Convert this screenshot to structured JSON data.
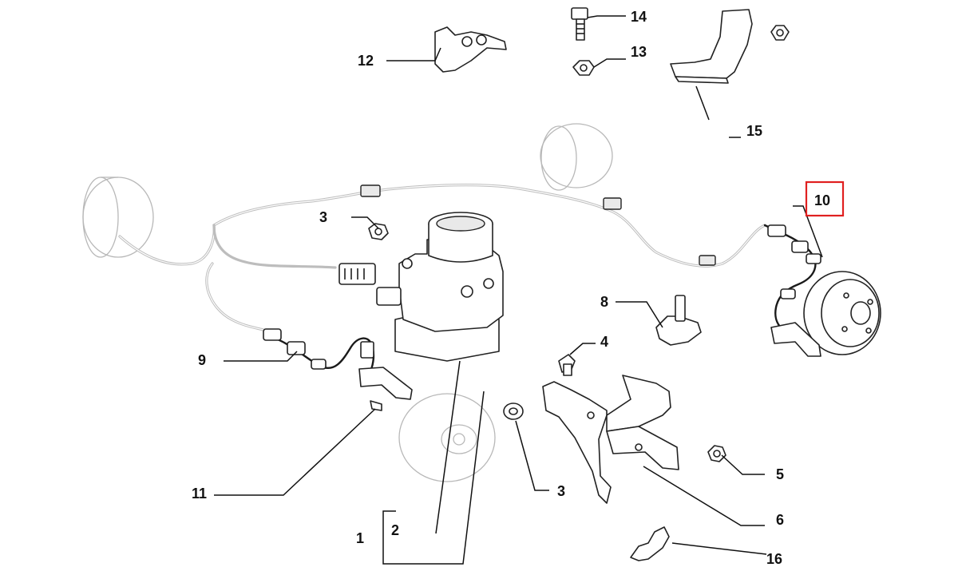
{
  "callouts": {
    "c1": "1",
    "c2": "2",
    "c3a": "3",
    "c3b": "3",
    "c4": "4",
    "c5": "5",
    "c6": "6",
    "c8": "8",
    "c9": "9",
    "c10": "10",
    "c11": "11",
    "c12": "12",
    "c13": "13",
    "c14": "14",
    "c15": "15",
    "c16": "16"
  },
  "highlight": {
    "callout": "10",
    "color": "#e02020"
  }
}
